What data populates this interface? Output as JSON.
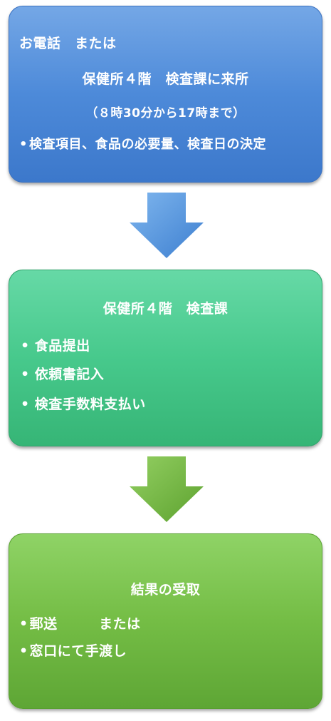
{
  "steps": [
    {
      "lines": [
        "お電話　または",
        "保健所４階　検査課に来所",
        "（８時30分から17時まで）",
        "検査項目、食品の必要量、検査日の決定"
      ]
    },
    {
      "title": "保健所４階　検査課",
      "items": [
        "食品提出",
        "依頼書記入",
        "検査手数料支払い"
      ]
    },
    {
      "title": "結果の受取",
      "items": [
        "郵送　　　または",
        "窓口にて手渡し"
      ]
    }
  ],
  "colors": {
    "step1": "#4d8ad9",
    "step2": "#47c98c",
    "step3": "#74bd45",
    "arrow1": "#5b9be0",
    "arrow2": "#6fb93a"
  }
}
